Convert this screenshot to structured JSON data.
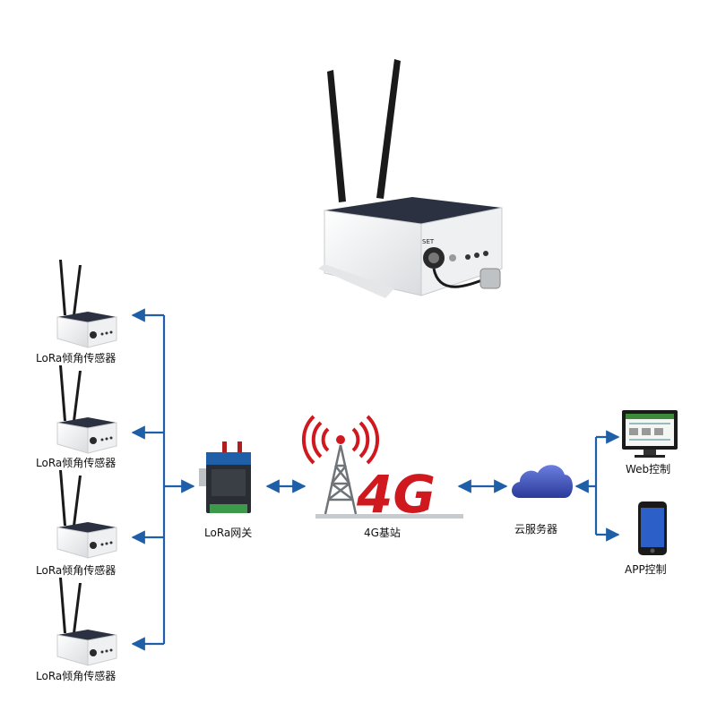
{
  "sensors": [
    {
      "label": "LoRa倾角传感器"
    },
    {
      "label": "LoRa倾角传感器"
    },
    {
      "label": "LoRa倾角传感器"
    },
    {
      "label": "LoRa倾角传感器"
    }
  ],
  "gateway": {
    "label": "LoRa网关"
  },
  "base_station": {
    "label": "4G基站",
    "logo_text": "4G"
  },
  "cloud": {
    "label": "云服务器"
  },
  "web": {
    "label": "Web控制"
  },
  "app": {
    "label": "APP控制"
  },
  "main_device": {
    "panel_text": "SET"
  },
  "colors": {
    "arrow": "#1f5fa8",
    "accent_red": "#d0191e",
    "cloud": "#3a4fb0"
  }
}
